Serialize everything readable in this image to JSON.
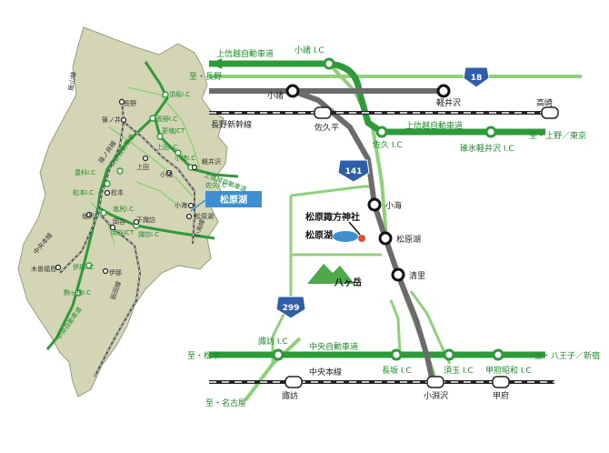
{
  "colors": {
    "expressway": "#2f9a3a",
    "road": "#8fd17a",
    "rail_gray": "#6b6b6b",
    "prefecture": "#d3d5b4",
    "shield": "#2f5fa8",
    "callout": "#3f8fd0"
  },
  "right_map": {
    "expressway_top": "上信越自動車道",
    "komoro_ic": "小諸 I.C",
    "to_nagano": "至・長野",
    "route18": "18",
    "komoro": "小諸",
    "karuizawa": "軽井沢",
    "takasaki": "高崎",
    "nagano_shinkansen": "長野新幹線",
    "sakudaira": "佐久平",
    "joshinetsu2": "上信越自動車道",
    "saku_ic": "佐久 I.C",
    "to_ueno": "至・上野／東京",
    "usui_ic": "碓氷軽井沢 I.C",
    "route141": "141",
    "koumi": "小海",
    "shrine": "松原諏方神社",
    "lake": "松原湖",
    "station_lake": "松原湖",
    "kiyosato": "清里",
    "yatsugatake": "八ヶ岳",
    "route299": "299",
    "suwa_ic": "諏訪 I.C",
    "chuo_expressway": "中央自動車道",
    "to_matsumoto": "至・松本",
    "to_hachioji": "至・八王子／新宿",
    "chuo_line": "中央本線",
    "nagasaka_ic": "長坂 I.C",
    "sudama_ic": "須玉 I.C",
    "kofu_showa_ic": "甲府昭和 I.C",
    "suwa": "諏訪",
    "kobuchizawa": "小淵沢",
    "kofu": "甲府",
    "to_nagoya": "至・名古屋"
  },
  "left_map": {
    "callout": "松原湖",
    "nagano": "長野",
    "suzaka_ic": "須坂I.C",
    "shinonoi": "篠ノ井",
    "nagano_ic": "長野I.C",
    "koshoku_jct": "更埴JCT",
    "ueda_ic": "上田I.C",
    "ueda": "上田",
    "komoro_ic": "小諸I.C",
    "komoro": "小諸",
    "karuizawa": "軽井沢",
    "saku_ic": "佐久I.C",
    "joshinetsu": "上信越自動車道",
    "nagano_expressway": "長野自動車道",
    "toyoshina_ic": "豊科I.C",
    "matsumoto_ic": "松本I.C",
    "matsumoto": "松本",
    "shiojiri": "塩尻",
    "shiojiri_ic": "塩尻I.C",
    "okaya": "岡谷",
    "okaya_jct": "岡谷JCT",
    "shimosuwa": "下諏訪",
    "suwa_ic": "諏訪I.C",
    "koumi": "小海",
    "matsubarako": "松原湖",
    "koumi_line": "小海線",
    "kiso_fukushima": "木曽福島",
    "ina_ic": "伊那I.C",
    "ina": "伊那",
    "komagane_ic": "駒ヶ根I.C",
    "chuo_expressway": "中央自動車道",
    "shinonoi_line": "篠ノ井線",
    "iiyama_line": "飯山線",
    "chuo_line": "中央本線",
    "iida_line": "飯田線"
  }
}
